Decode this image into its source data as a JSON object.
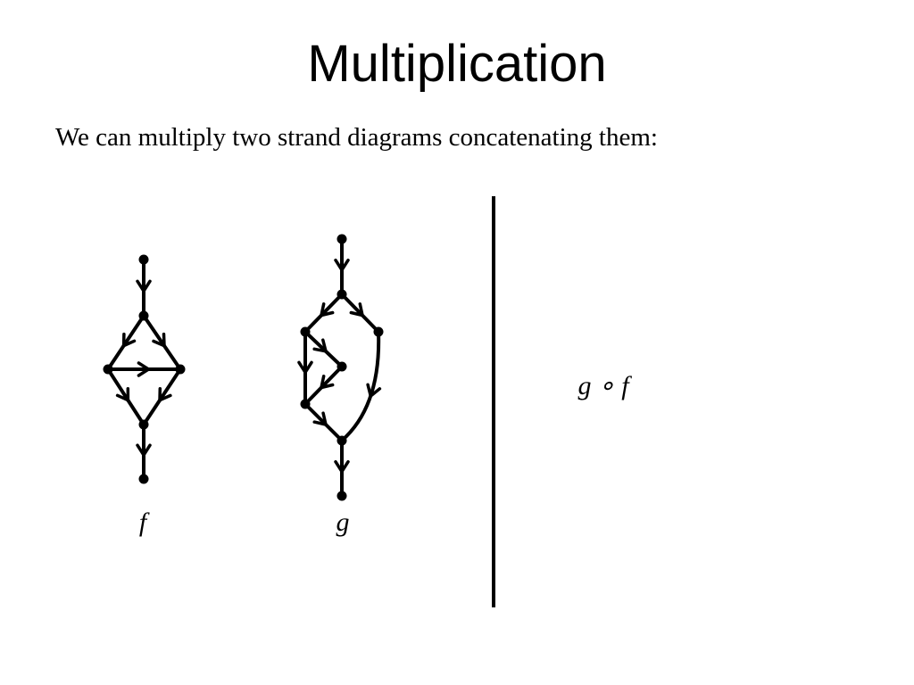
{
  "slide": {
    "title": "Multiplication",
    "intro": "We can multiply two strand diagrams concatenating them:"
  },
  "diagrams": {
    "f": {
      "label": "f",
      "vertices": [
        {
          "id": "f-top"
        },
        {
          "id": "f-split"
        },
        {
          "id": "f-left"
        },
        {
          "id": "f-right"
        },
        {
          "id": "f-merge"
        },
        {
          "id": "f-bottom"
        }
      ],
      "edges": [
        {
          "from": "f-top",
          "to": "f-split"
        },
        {
          "from": "f-split",
          "to": "f-left"
        },
        {
          "from": "f-split",
          "to": "f-right"
        },
        {
          "from": "f-left",
          "to": "f-right"
        },
        {
          "from": "f-left",
          "to": "f-merge"
        },
        {
          "from": "f-right",
          "to": "f-merge"
        },
        {
          "from": "f-merge",
          "to": "f-bottom"
        }
      ]
    },
    "g": {
      "label": "g",
      "vertices": [
        {
          "id": "g-top"
        },
        {
          "id": "g-split"
        },
        {
          "id": "g-left"
        },
        {
          "id": "g-right"
        },
        {
          "id": "g-center"
        },
        {
          "id": "g-lower-left"
        },
        {
          "id": "g-merge"
        },
        {
          "id": "g-bottom"
        }
      ],
      "edges": [
        {
          "from": "g-top",
          "to": "g-split"
        },
        {
          "from": "g-split",
          "to": "g-left"
        },
        {
          "from": "g-split",
          "to": "g-right"
        },
        {
          "from": "g-left",
          "to": "g-center"
        },
        {
          "from": "g-left",
          "to": "g-lower-left"
        },
        {
          "from": "g-center",
          "to": "g-lower-left"
        },
        {
          "from": "g-lower-left",
          "to": "g-merge"
        },
        {
          "from": "g-right",
          "to": "g-merge"
        },
        {
          "from": "g-merge",
          "to": "g-bottom"
        }
      ]
    }
  },
  "composition": {
    "label": "g ∘ f"
  }
}
